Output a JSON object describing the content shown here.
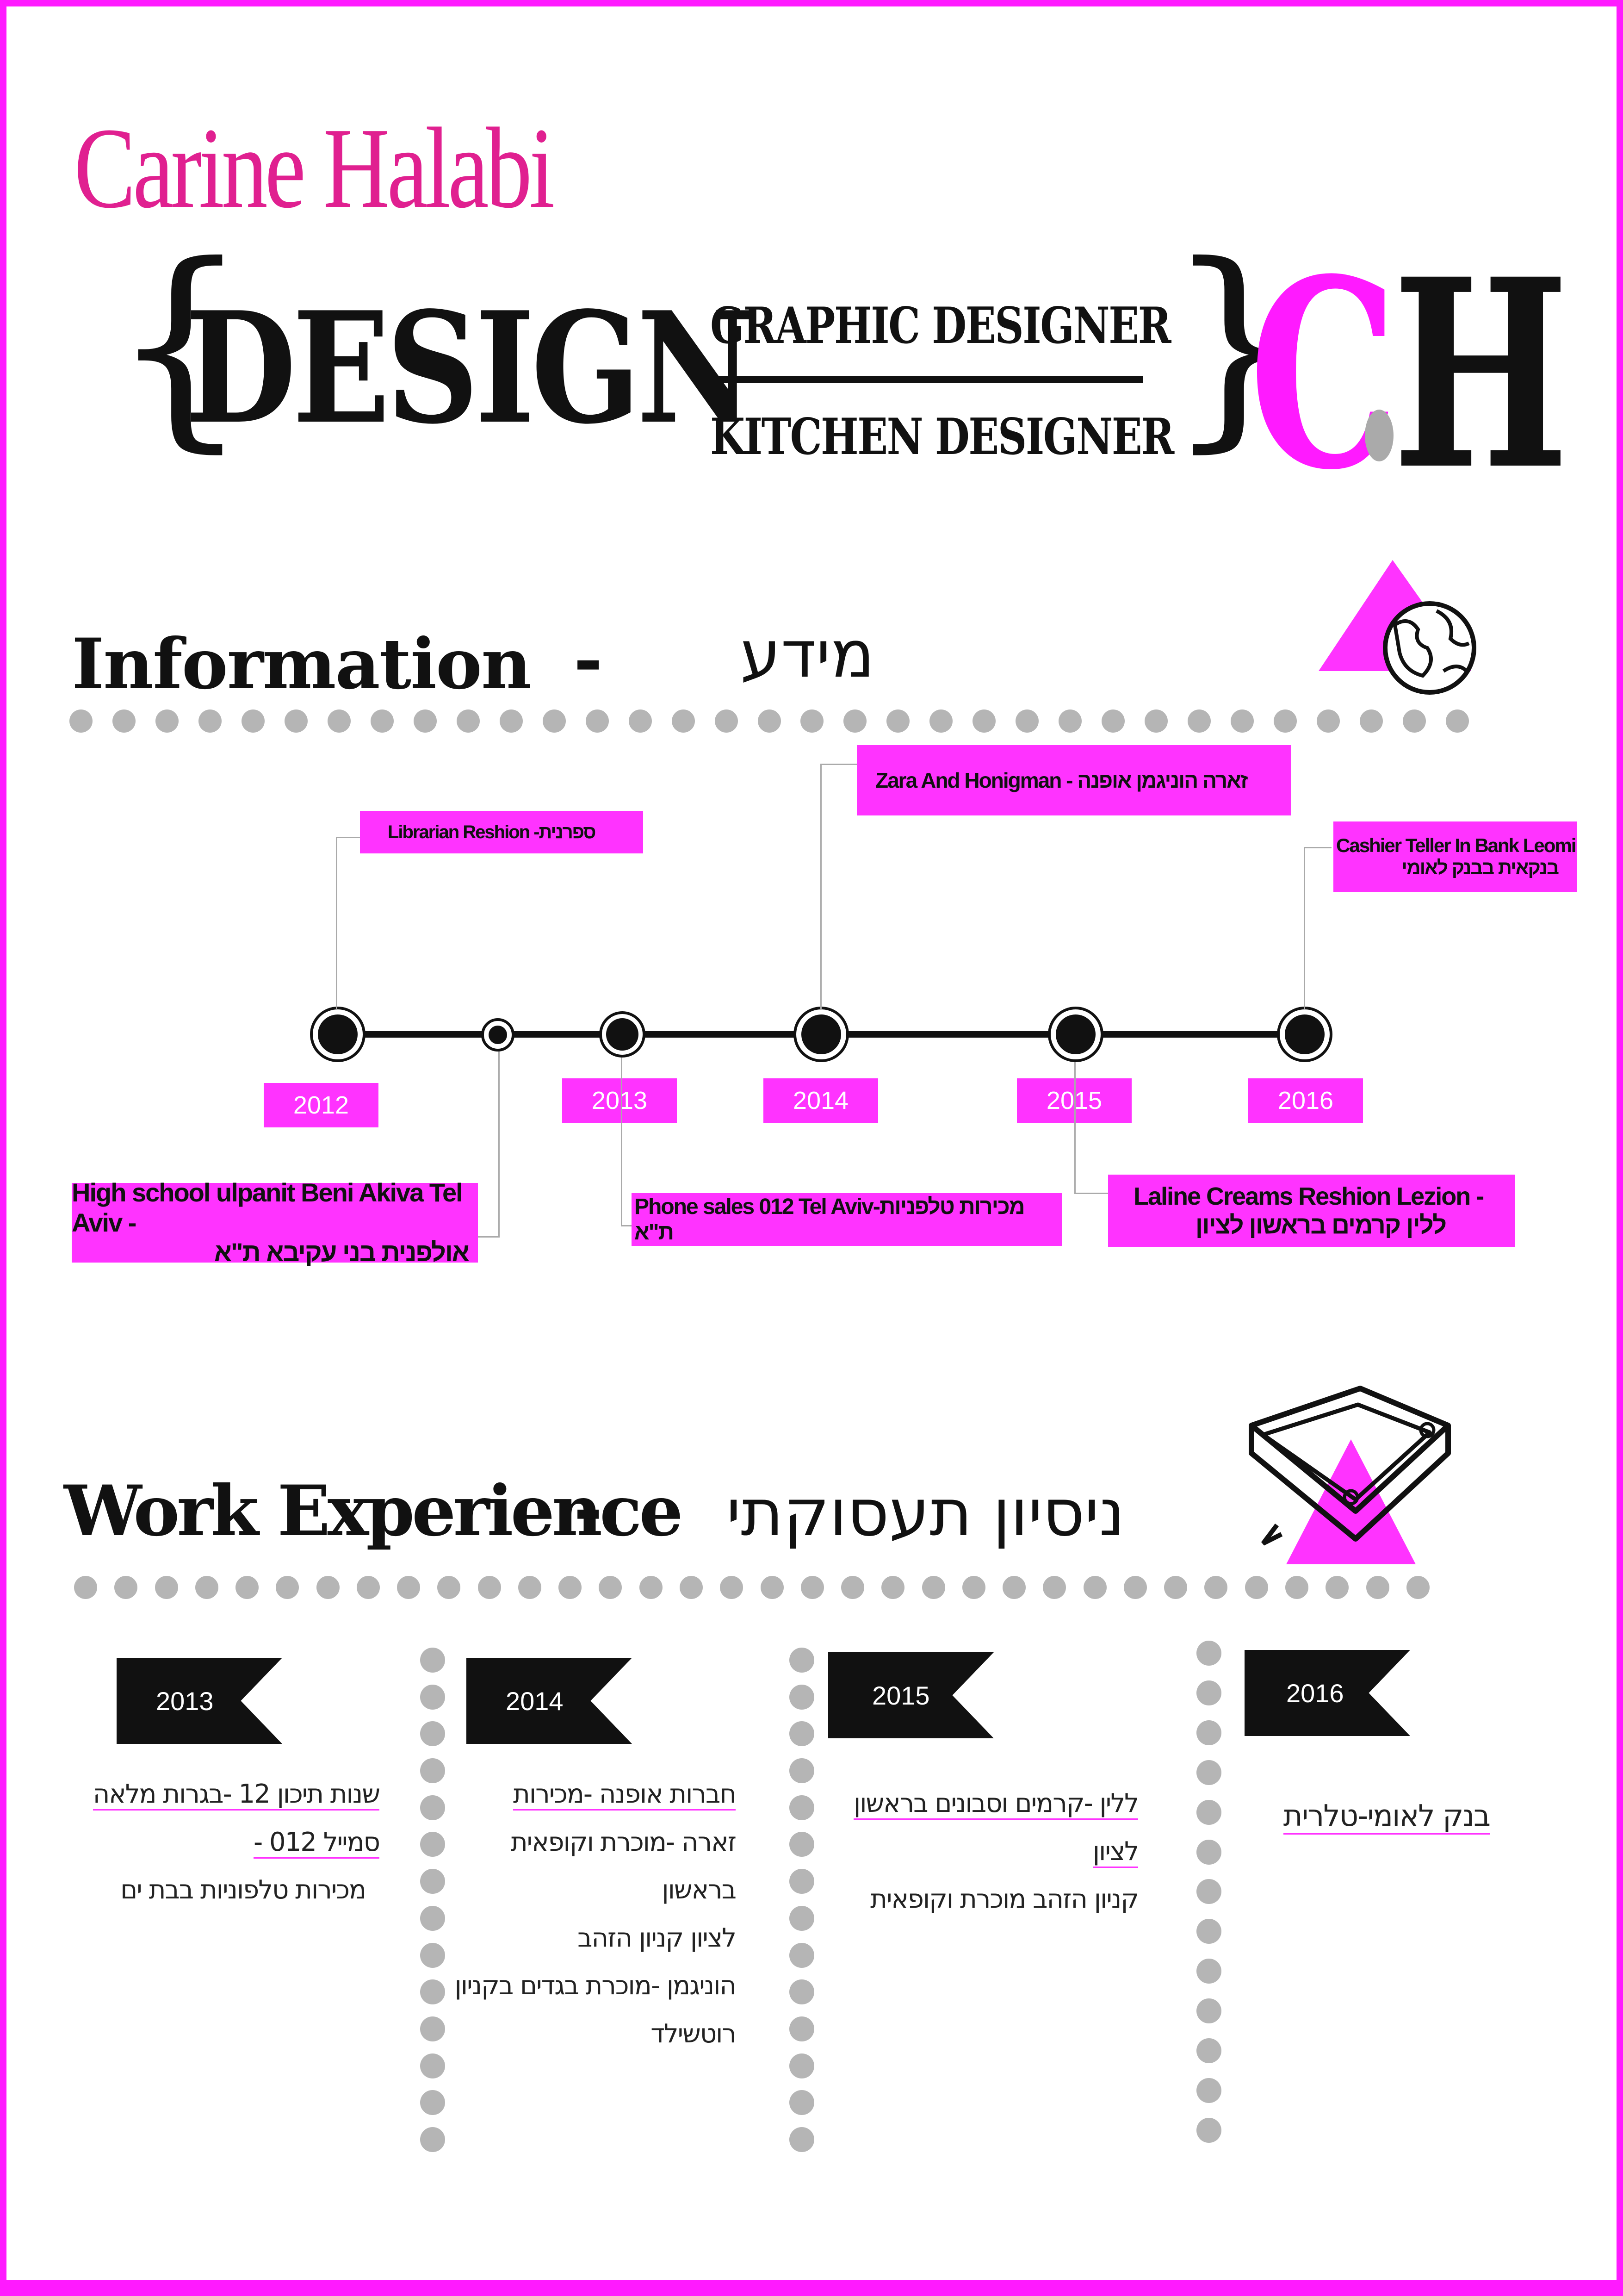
{
  "header": {
    "name": "Carine Halabi",
    "open_brace": "{",
    "close_brace": "}",
    "design": "DESIGN",
    "role_top": "GRAPHIC DESIGNER",
    "role_bottom": "KITCHEN DESIGNER",
    "monogram_c": "C",
    "monogram_h": "H"
  },
  "information": {
    "title_en": "Information",
    "separator": "-",
    "title_he": "מידע",
    "years": [
      "2012",
      "2013",
      "2014",
      "2015",
      "2016"
    ],
    "labels_top": {
      "librarian": "Librarian Reshion -ספרנית",
      "zara": "Zara And Honigman - זארה הוניגמן אופנה",
      "cashier_en": "Cashier Teller In Bank Leomi",
      "cashier_he": "בנקאית בבנק לאומי"
    },
    "labels_bottom": {
      "highschool_en": "High school ulpanit Beni Akiva Tel Aviv -",
      "highschool_he": "אולפנית בני עקיבא ת\"א",
      "phone": "Phone sales 012 Tel Aviv-מכירות טלפניות ת\"א",
      "laline_en": "Laline Creams Reshion Lezion -",
      "laline_he": "ללין קרמים בראשון לציון"
    }
  },
  "work": {
    "title_en": "Work Experience",
    "separator": "-",
    "title_he": "ניסיון תעסוקתי",
    "columns": [
      {
        "year": "2013",
        "lines": [
          "שנות תיכון 12 -בגרות מלאה",
          "סמייל 012 -",
          "מכירות טלפוניות בבת ים"
        ]
      },
      {
        "year": "2014",
        "lines": [
          "חברות אופנה -מכירות",
          "זארה -מוכרת וקופאית בראשון",
          "לציון קניון הזהב",
          "הוניגמן -מוכרת בגדים בקניון",
          "רוטשילד"
        ]
      },
      {
        "year": "2015",
        "lines": [
          "ללין -קרמים וסבונים בראשון לציון",
          "קניון הזהב מוכרת וקופאית"
        ]
      },
      {
        "year": "2016",
        "lines": [
          "בנק לאומי-טלרית"
        ]
      }
    ]
  },
  "colors": {
    "accent": "#ff33ff",
    "name": "#e02090",
    "ink": "#111111",
    "dots": "#b5b5b5"
  },
  "icons": [
    "globe-icon",
    "book-icon",
    "triangle-shape"
  ]
}
